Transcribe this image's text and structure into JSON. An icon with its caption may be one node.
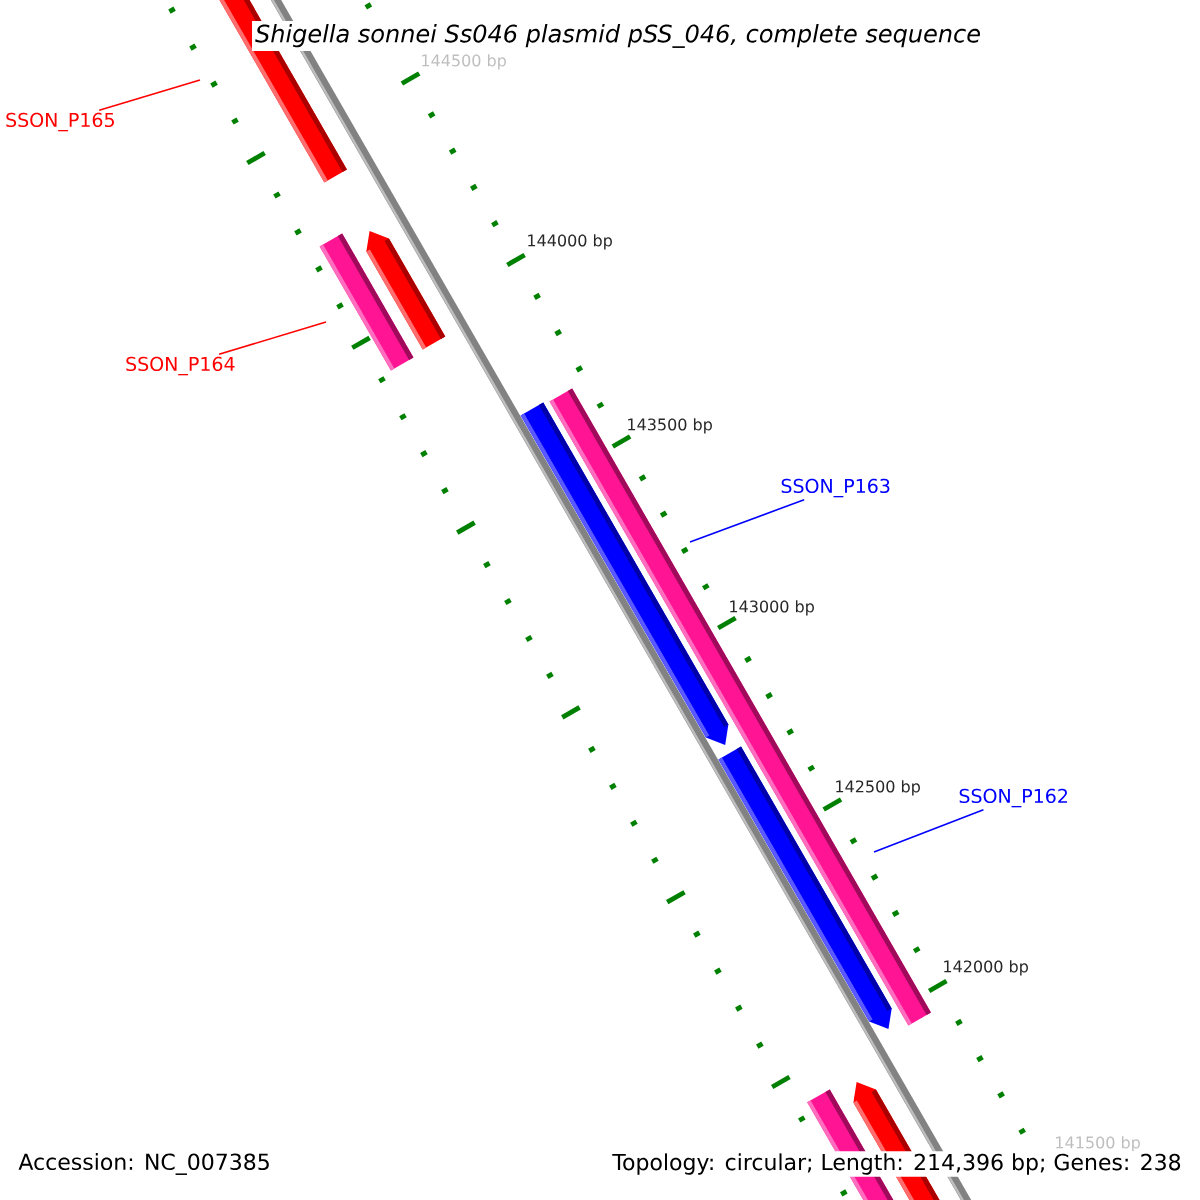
{
  "diagram": {
    "title": "Shigella sonnei Ss046 plasmid pSS_046, complete sequence",
    "nodes": [
      {
        "text": [
          "SSON_P165"
        ]
      },
      {
        "text": [
          "SSON_P164"
        ]
      },
      {
        "text": [
          "SSON_P163"
        ]
      },
      {
        "text": [
          "SSON_P162"
        ]
      }
    ],
    "edges": [
      {
        "from": 0,
        "to": null,
        "arrow": "none",
        "color": "#ff0000"
      },
      {
        "from": 1,
        "to": null,
        "arrow": "none",
        "color": "#ff0000"
      },
      {
        "from": 2,
        "to": null,
        "arrow": "none",
        "color": "#0000ff"
      },
      {
        "from": 3,
        "to": null,
        "arrow": "none",
        "color": "#0000ff"
      }
    ],
    "labels": [
      "144500 bp",
      "144000 bp",
      "143500 bp",
      "143000 bp",
      "142500 bp",
      "142000 bp",
      "141500 bp",
      "Accession: NC_007385",
      "Topology: circular; Length: 214,396 bp; Genes: 238"
    ]
  }
}
